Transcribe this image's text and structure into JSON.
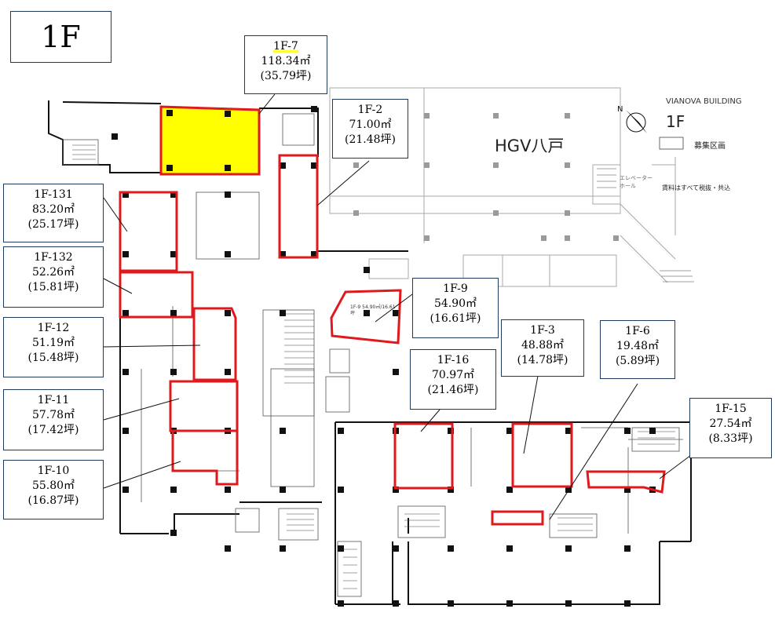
{
  "floor_label": "1F",
  "building": {
    "name": "VIANOVA BUILDING",
    "floor": "1F",
    "hotel_label": "HGV八戸",
    "legend_text": "募集区画",
    "note": "賃料はすべて税抜・共込",
    "elevator_hall": "エレベーターホール",
    "small_label": "1F-9 54.90㎡/16.61坪"
  },
  "units": [
    {
      "id": "1F-7",
      "area": "118.34㎡",
      "tsubo": "(35.79坪)",
      "highlight": true
    },
    {
      "id": "1F-2",
      "area": "71.00㎡",
      "tsubo": "(21.48坪)"
    },
    {
      "id": "1F-131",
      "area": "83.20㎡",
      "tsubo": "(25.17坪)"
    },
    {
      "id": "1F-132",
      "area": "52.26㎡",
      "tsubo": "(15.81坪)"
    },
    {
      "id": "1F-9",
      "area": "54.90㎡",
      "tsubo": "(16.61坪)"
    },
    {
      "id": "1F-12",
      "area": "51.19㎡",
      "tsubo": "(15.48坪)"
    },
    {
      "id": "1F-3",
      "area": "48.88㎡",
      "tsubo": "(14.78坪)"
    },
    {
      "id": "1F-6",
      "area": "19.48㎡",
      "tsubo": "(5.89坪)"
    },
    {
      "id": "1F-16",
      "area": "70.97㎡",
      "tsubo": "(21.46坪)"
    },
    {
      "id": "1F-11",
      "area": "57.78㎡",
      "tsubo": "(17.42坪)"
    },
    {
      "id": "1F-15",
      "area": "27.54㎡",
      "tsubo": "(8.33坪)"
    },
    {
      "id": "1F-10",
      "area": "55.80㎡",
      "tsubo": "(16.87坪)"
    }
  ],
  "colors": {
    "unit_outline": "#e0191d",
    "highlight_fill": "#ffff00",
    "callout_border": "#1f3a5f",
    "wall": "#111111",
    "faded_plan": "#9a9a9a"
  }
}
